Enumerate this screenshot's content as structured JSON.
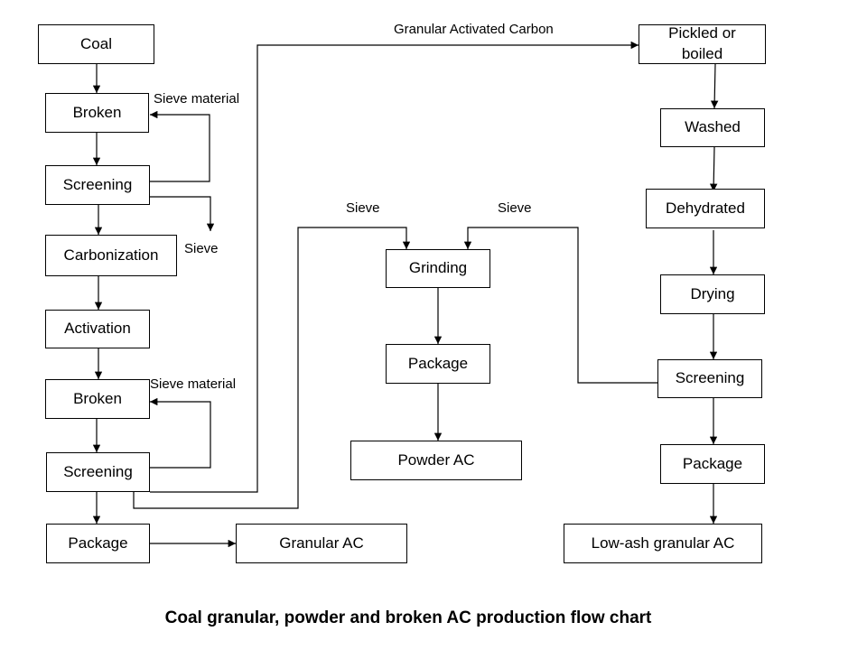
{
  "title": "Coal granular, powder and broken AC production flow chart",
  "nodes": {
    "coal": "Coal",
    "broken1": "Broken",
    "screening1": "Screening",
    "carbonization": "Carbonization",
    "activation": "Activation",
    "broken2": "Broken",
    "screening2": "Screening",
    "package_left": "Package",
    "granular_ac": "Granular AC",
    "grinding": "Grinding",
    "package_mid": "Package",
    "powder_ac": "Powder AC",
    "pickled_line1": "Pickled or",
    "pickled_line2": "boiled",
    "washed": "Washed",
    "dehydrated": "Dehydrated",
    "drying": "Drying",
    "screening_right": "Screening",
    "package_right": "Package",
    "low_ash": "Low-ash granular AC"
  },
  "labels": {
    "sieve_material_1": "Sieve material",
    "sieve_1": "Sieve",
    "sieve_material_2": "Sieve material",
    "granular_activated_carbon": "Granular Activated Carbon",
    "sieve_mid_left": "Sieve",
    "sieve_mid_right": "Sieve"
  }
}
